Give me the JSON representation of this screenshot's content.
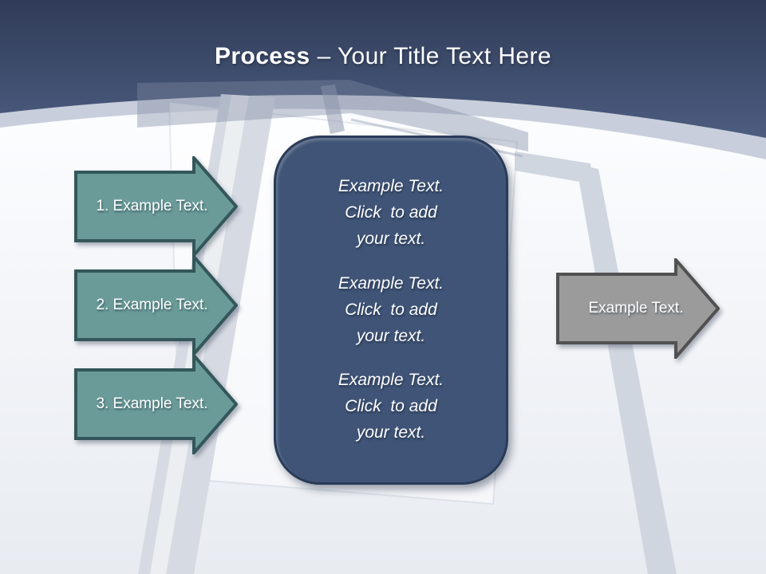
{
  "title": {
    "bold": "Process",
    "rest": "– Your Title Text Here"
  },
  "steps": [
    {
      "label": "1. Example Text."
    },
    {
      "label": "2. Example Text."
    },
    {
      "label": "3. Example Text."
    }
  ],
  "center_box": {
    "blocks": [
      {
        "line1": "Example Text.",
        "line2": "Click  to add",
        "line3": "your text."
      },
      {
        "line1": "Example Text.",
        "line2": "Click  to add",
        "line3": "your text."
      },
      {
        "line1": "Example Text.",
        "line2": "Click  to add",
        "line3": "your text."
      }
    ]
  },
  "output_arrow": {
    "label": "Example Text."
  },
  "colors": {
    "header_top": "#2F3B58",
    "header_bottom": "#4D5D80",
    "band": "#C8CEDB",
    "teal_fill": "#6A9B99",
    "teal_border": "#33575A",
    "navy_fill": "#3F5476",
    "navy_border": "#293B59",
    "gray_fill": "#9B9B9B",
    "gray_border": "#515151",
    "text": "#FFFFFF"
  }
}
